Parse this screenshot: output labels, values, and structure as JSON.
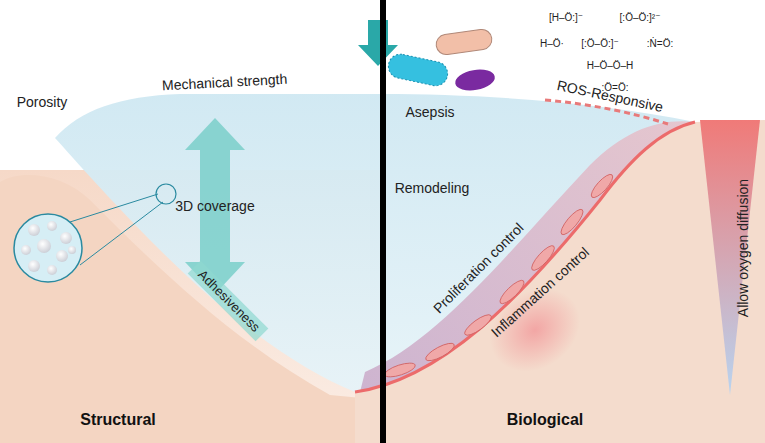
{
  "diagram": {
    "labels": [
      "Mechanical strength",
      "Porosity",
      "3D coverage",
      "Adhesiveness",
      "Structural",
      "Asepsis",
      "ROS-Responsive",
      "Remodeling",
      "Proliferation control",
      "Inflammation control",
      "Allow oxygen diffusion",
      "Biological",
      "[H–Ö:]⁻",
      "[:Ö–Ö:]²⁻",
      "H–Ö·",
      "[:Ö–Ö:]⁻",
      ":Ṅ=Ö:",
      "H–Ö–Ö–H",
      ":Ö=Ö:"
    ]
  }
}
